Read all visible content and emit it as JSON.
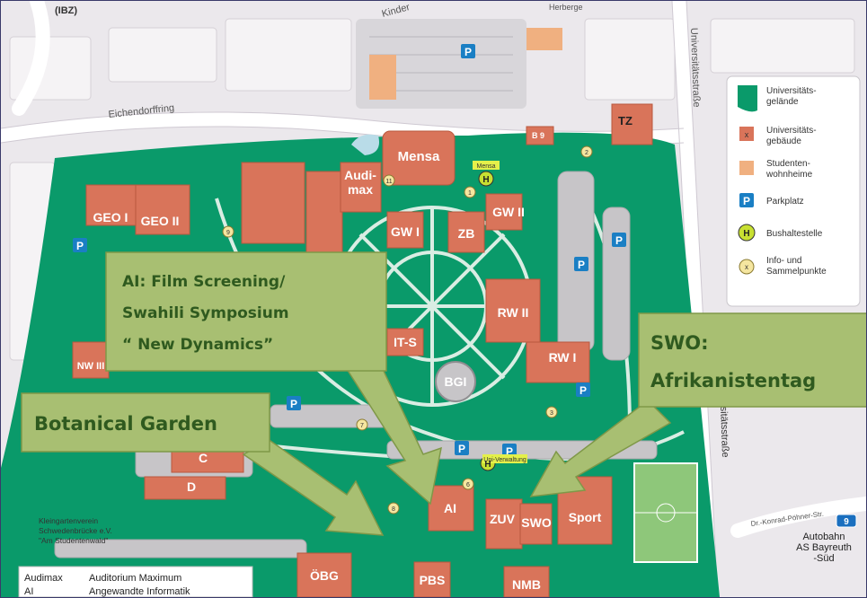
{
  "map": {
    "streets": {
      "eichendorff": "Eichendorffring",
      "uni_str_top": "Universitätsstraße",
      "uni_str_right": "Universitätsstraße",
      "konrad": "Dr.-Konrad-Pöhner-Str.",
      "ibz": "(IBZ)",
      "kinder": "Kinder",
      "herberge": "Herberge"
    },
    "buildings": {
      "geo1": "GEO I",
      "geo2": "GEO II",
      "audimax": "Audi-\nmax",
      "audimax_l1": "Audi-",
      "audimax_l2": "max",
      "mensa": "Mensa",
      "gw1": "GW I",
      "gw2": "GW II",
      "zb": "ZB",
      "tz": "TZ",
      "b9": "B 9",
      "rw1": "RW I",
      "rw2": "RW II",
      "its": "IT-S",
      "bgi": "BGI",
      "nw": "NW III",
      "c": "C",
      "d": "D",
      "ai": "AI",
      "zuv": "ZUV",
      "swo": "SWO",
      "sport": "Sport",
      "pbs": "PBS",
      "obg": "ÖBG",
      "nmb": "NMB"
    },
    "kleingarten": [
      "Kleingartenverein",
      "Schwedenbrücke e.V.",
      "\"Am Studentenwald\""
    ],
    "autobahn": [
      "Autobahn",
      "AS Bayreuth",
      "-Süd"
    ],
    "autobahn_number": "9",
    "bus_labels": {
      "mensa": "Mensa",
      "verwaltung": "Uni-Verwaltung"
    },
    "info_points": [
      "1",
      "2",
      "3",
      "6",
      "7",
      "8",
      "9",
      "11"
    ],
    "parking": "P",
    "bus": "H"
  },
  "legend": {
    "items": [
      {
        "label_l1": "Universitäts-",
        "label_l2": "gelände",
        "icon": "campus-area-swatch",
        "color": "#0a9a6a"
      },
      {
        "label_l1": "Universitäts-",
        "label_l2": "gebäude",
        "icon": "building-swatch",
        "color": "#d9745a"
      },
      {
        "label_l1": "Studenten-",
        "label_l2": "wohnheime",
        "icon": "dorm-swatch",
        "color": "#f0b080"
      },
      {
        "label_l1": "Parkplatz",
        "label_l2": "",
        "icon": "parking-icon",
        "color": "#1a7fc4"
      },
      {
        "label_l1": "Bushaltestelle",
        "label_l2": "",
        "icon": "bus-stop-icon",
        "color": "#c8e032"
      },
      {
        "label_l1": "Info- und",
        "label_l2": "Sammelpunkte",
        "icon": "info-point-icon",
        "color": "#f5e6a0"
      }
    ]
  },
  "abbrev": [
    {
      "abbr": "Audimax",
      "full": "Auditorium Maximum"
    },
    {
      "abbr": "AI",
      "full": "Angewandte Informatik"
    }
  ],
  "callouts": {
    "ai_l1": "AI: Film Screening/",
    "ai_l2": "Swahili Symposium",
    "ai_l3": "“ New Dynamics”",
    "swo_l1": "SWO:",
    "swo_l2": "Afrikanistentag",
    "bot": "Botanical Garden",
    "fill": "#a8bf72",
    "text_color": "#2f5a1f"
  }
}
